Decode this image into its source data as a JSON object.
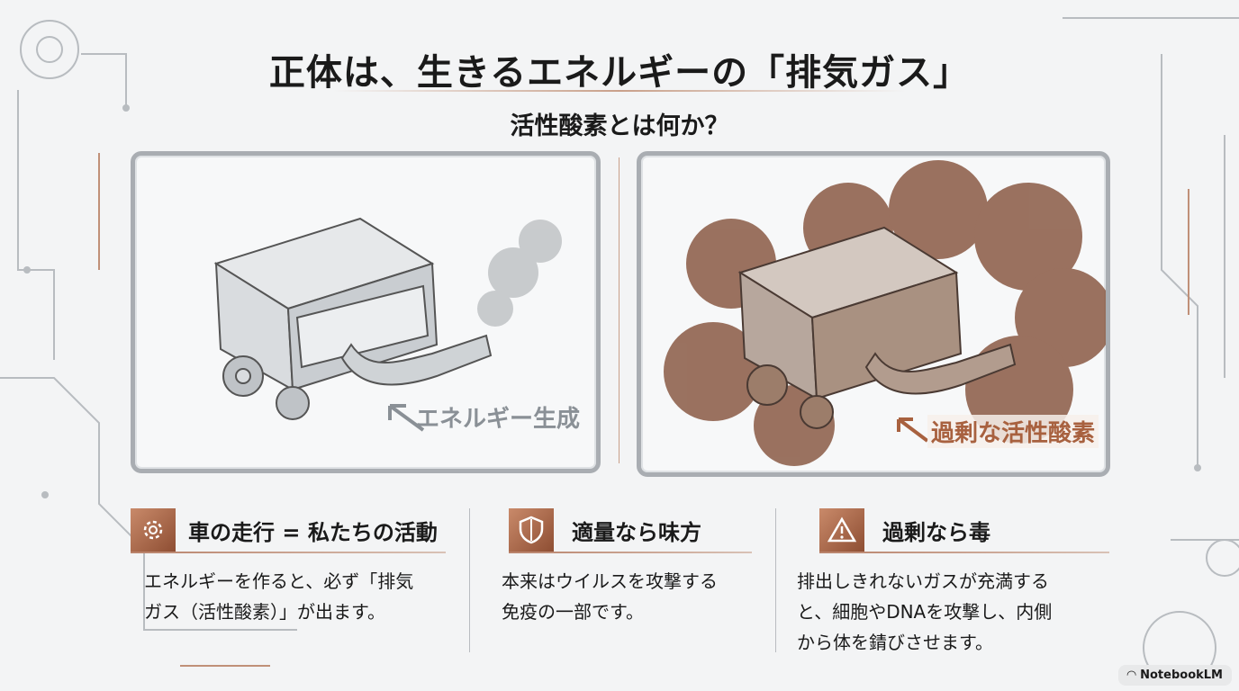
{
  "title": "正体は、生きるエネルギーの「排気ガス」",
  "subtitle": "活性酸素とは何か？",
  "panels": {
    "left_label": "エネルギー生成",
    "right_label": "過剰な活性酸素"
  },
  "columns": [
    {
      "icon": "gear-icon",
      "heading": "車の走行 = 私たちの活動",
      "body": [
        "エネルギーを作ると、必ず「排気",
        "ガス（活性酸素）」が出ます。"
      ]
    },
    {
      "icon": "shield-icon",
      "heading": "適量なら味方",
      "body": [
        "本来はウイルスを攻撃する",
        "免疫の一部です。"
      ]
    },
    {
      "icon": "warning-icon",
      "heading": "過剰なら毒",
      "body": [
        "排出しきれないガスが充満する",
        "と、細胞やDNAを攻撃し、内側",
        "から体を錆びさせます。"
      ]
    }
  ],
  "badge": "NotebookLM",
  "colors": {
    "accent": "#a8613f",
    "gray_label": "#8a9096"
  }
}
